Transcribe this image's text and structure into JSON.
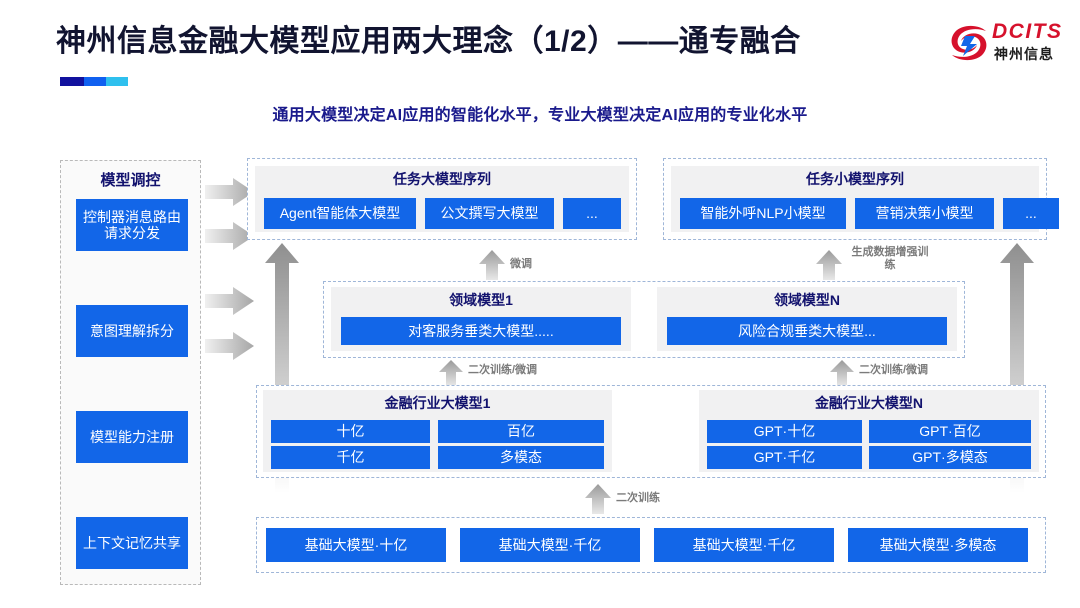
{
  "header": {
    "title": "神州信息金融大模型应用两大理念（1/2）——通专融合",
    "subtitle": "通用大模型决定AI应用的智能化水平，专业大模型决定AI应用的专业化水平",
    "accent_colors": [
      "#11119e",
      "#1060f0",
      "#2fc0ee"
    ]
  },
  "logo": {
    "mark": "dcits-swirl-icon",
    "brand": "DCITS",
    "brand_cn": "神州信息",
    "brand_color": "#d6112c"
  },
  "sidebar": {
    "title": "模型调控",
    "items": [
      {
        "label": "控制器消息路由请求分发"
      },
      {
        "label": "意图理解拆分"
      },
      {
        "label": "模型能力注册"
      },
      {
        "label": "上下文记忆共享"
      }
    ]
  },
  "task_panels": [
    {
      "title": "任务大模型序列",
      "boxes": [
        "Agent智能体大模型",
        "公文撰写大模型",
        "..."
      ]
    },
    {
      "title": "任务小模型序列",
      "boxes": [
        "智能外呼NLP小模型",
        "营销决策小模型",
        "..."
      ]
    }
  ],
  "domain_panels": [
    {
      "title": "领域模型1",
      "box": "对客服务垂类大模型....."
    },
    {
      "title": "领域模型N",
      "box": "风险合规垂类大模型..."
    }
  ],
  "industry_panels": [
    {
      "title": "金融行业大模型1",
      "boxes": [
        "十亿",
        "百亿",
        "千亿",
        "多模态"
      ]
    },
    {
      "title": "金融行业大模型N",
      "boxes": [
        "GPT·十亿",
        "GPT·百亿",
        "GPT·千亿",
        "GPT·多模态"
      ]
    }
  ],
  "foundation": {
    "boxes": [
      "基础大模型·十亿",
      "基础大模型·千亿",
      "基础大模型·千亿",
      "基础大模型·多模态"
    ]
  },
  "arrow_labels": {
    "fine_tune": "微调",
    "data_aug": "生成数据增强训练",
    "retrain_tune_left": "二次训练/微调",
    "retrain_tune_right": "二次训练/微调",
    "retrain": "二次训练"
  },
  "colors": {
    "box_blue": "#1266e8",
    "title_navy": "#12126e",
    "dash_border": "#9fb6d8",
    "panel_gray": "#f1f1f2",
    "arrow_gray": "#9b9b9b"
  }
}
